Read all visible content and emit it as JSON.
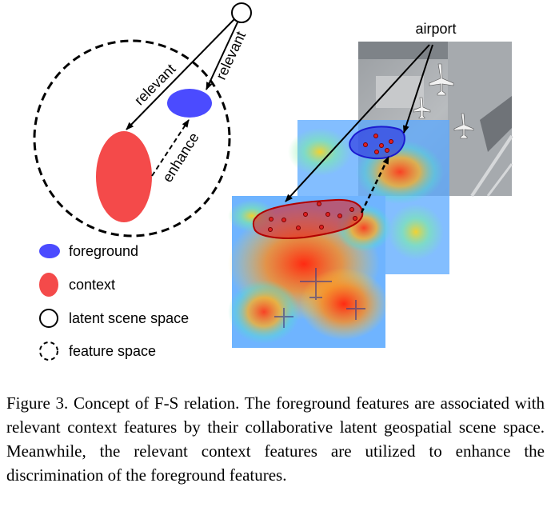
{
  "figure": {
    "labels": {
      "relevant_left": "relevant",
      "relevant_right": "relevant",
      "enhance": "enhance",
      "airport": "airport"
    },
    "legend": [
      {
        "icon": "foreground-ellipse-icon",
        "label": "foreground",
        "color": "#4b4bff"
      },
      {
        "icon": "context-ellipse-icon",
        "label": "context",
        "color": "#f44a4a"
      },
      {
        "icon": "latent-circle-icon",
        "label": "latent scene space"
      },
      {
        "icon": "dashed-circle-icon",
        "label": "feature space"
      }
    ],
    "colors": {
      "foreground": "#4b4bff",
      "context": "#f44a4a",
      "foreground_region": "#2a36e0",
      "context_region": "#e32020"
    }
  },
  "caption": {
    "text": "Figure 3. Concept of F-S relation. The foreground features are associated with relevant context features by their collaborative latent geospatial scene space. Meanwhile, the relevant context features are utilized to enhance the discrimination of the foreground features."
  }
}
